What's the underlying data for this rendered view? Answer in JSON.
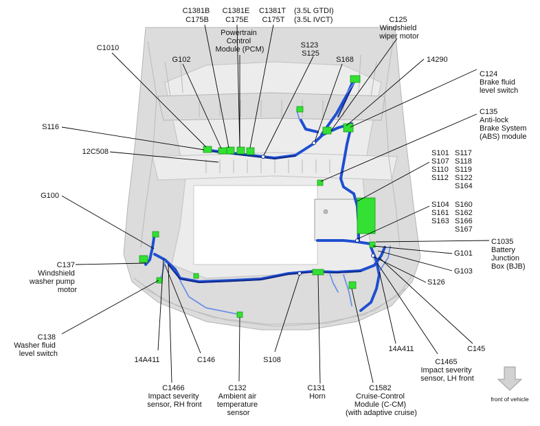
{
  "diagram": {
    "labels": [
      {
        "id": "c1381b_c175b",
        "lines": [
          "C1381B",
          "C175B"
        ]
      },
      {
        "id": "c1381e_c175e",
        "lines": [
          "C1381E",
          "C175E"
        ]
      },
      {
        "id": "c1381t_c175t",
        "lines": [
          "C1381T",
          "C175T"
        ]
      },
      {
        "id": "engine_variants",
        "lines": [
          "(3.5L GTDI)",
          "(3.5L IVCT)"
        ]
      },
      {
        "id": "c125",
        "lines": [
          "C125",
          "Windshield",
          "wiper motor"
        ]
      },
      {
        "id": "pcm",
        "lines": [
          "Powertrain",
          "Control",
          "Module (PCM)"
        ]
      },
      {
        "id": "c1010",
        "lines": [
          "C1010"
        ]
      },
      {
        "id": "g102",
        "lines": [
          "G102"
        ]
      },
      {
        "id": "s123_s125",
        "lines": [
          "S123",
          "S125"
        ]
      },
      {
        "id": "s168",
        "lines": [
          "S168"
        ]
      },
      {
        "id": "n14290",
        "lines": [
          "14290"
        ]
      },
      {
        "id": "c124",
        "lines": [
          "C124",
          "Brake fluid",
          "level switch"
        ]
      },
      {
        "id": "c135",
        "lines": [
          "C135",
          "Anti-lock",
          "Brake System",
          "(ABS) module"
        ]
      },
      {
        "id": "s116",
        "lines": [
          "S116"
        ]
      },
      {
        "id": "n12c508",
        "lines": [
          "12C508"
        ]
      },
      {
        "id": "splices_a_left",
        "lines": [
          "S101",
          "S107",
          "S110",
          "S112"
        ]
      },
      {
        "id": "splices_a_right",
        "lines": [
          "S117",
          "S118",
          "S119",
          "S122",
          "S164"
        ]
      },
      {
        "id": "g100",
        "lines": [
          "G100"
        ]
      },
      {
        "id": "splices_b_left",
        "lines": [
          "S104",
          "S161",
          "S163"
        ]
      },
      {
        "id": "splices_b_right",
        "lines": [
          "S160",
          "S162",
          "S166",
          "S167"
        ]
      },
      {
        "id": "c1035",
        "lines": [
          "C1035",
          "Battery",
          "Junction",
          "Box (BJB)"
        ]
      },
      {
        "id": "g101",
        "lines": [
          "G101"
        ]
      },
      {
        "id": "g103",
        "lines": [
          "G103"
        ]
      },
      {
        "id": "c137",
        "lines": [
          "C137",
          "Windshield",
          "washer pump",
          "motor"
        ]
      },
      {
        "id": "s126",
        "lines": [
          "S126"
        ]
      },
      {
        "id": "c145",
        "lines": [
          "C145"
        ]
      },
      {
        "id": "c138",
        "lines": [
          "C138",
          "Washer fluid",
          "level switch"
        ]
      },
      {
        "id": "n14a411_left",
        "lines": [
          "14A411"
        ]
      },
      {
        "id": "c146",
        "lines": [
          "C146"
        ]
      },
      {
        "id": "s108",
        "lines": [
          "S108"
        ]
      },
      {
        "id": "n14a411_right",
        "lines": [
          "14A411"
        ]
      },
      {
        "id": "c1465",
        "lines": [
          "C1465",
          "Impact severity",
          "sensor, LH front"
        ]
      },
      {
        "id": "c1466",
        "lines": [
          "C1466",
          "Impact severity",
          "sensor, RH front"
        ]
      },
      {
        "id": "c132",
        "lines": [
          "C132",
          "Ambient air",
          "temperature",
          "sensor"
        ]
      },
      {
        "id": "c131",
        "lines": [
          "C131",
          "Horn"
        ]
      },
      {
        "id": "c1582",
        "lines": [
          "C1582",
          "Cruise-Control",
          "Module (C-CM)",
          "(with adaptive cruise)"
        ]
      }
    ],
    "orientation_label": "front of vehicle"
  },
  "colors": {
    "harness": "#1f4fd0",
    "connector": "#33e033",
    "vehicle_body": "#dcdcdc",
    "leader_line": "#000000"
  }
}
